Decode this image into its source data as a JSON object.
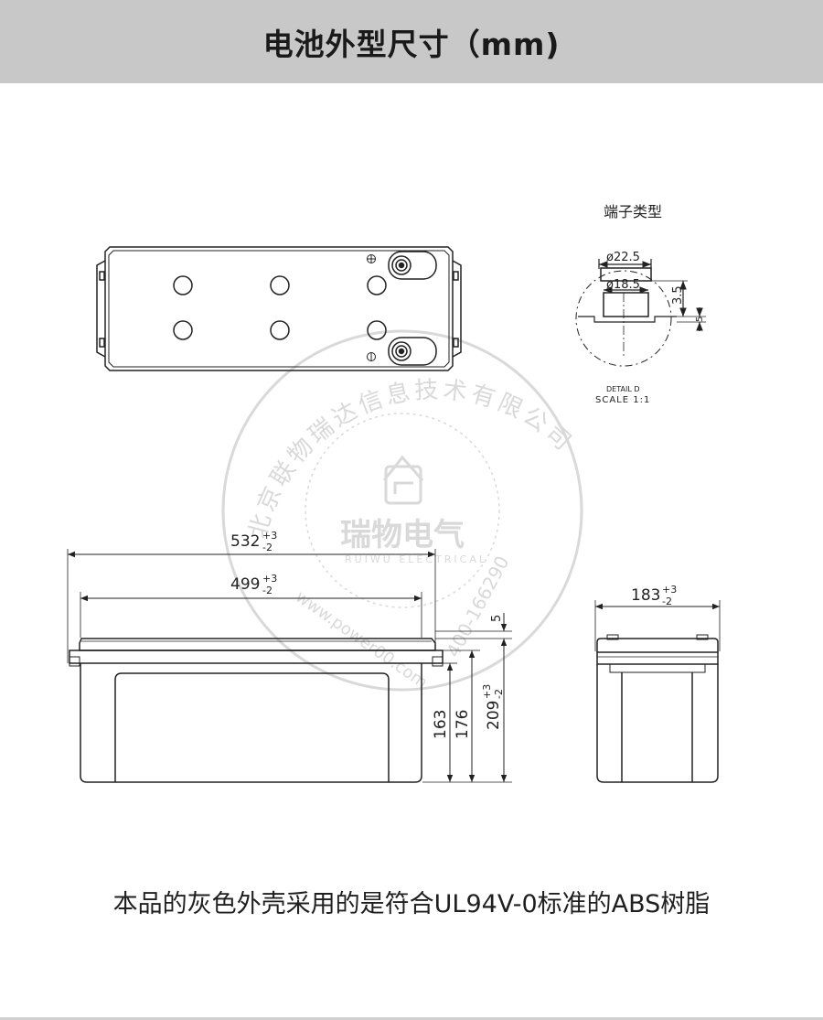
{
  "header": {
    "title": "电池外型尺寸（mm)"
  },
  "terminal": {
    "title": "端子类型",
    "dia_outer": "ø22.5",
    "dia_inner": "ø18.5",
    "height_dim": "3.5",
    "thickness_dim": "5",
    "detail_label": "DETAIL D",
    "scale_label": "SCALE 1:1"
  },
  "front_view": {
    "overall_length": {
      "value": "532",
      "tol_plus": "+3",
      "tol_minus": "-2"
    },
    "body_length": {
      "value": "499",
      "tol_plus": "+3",
      "tol_minus": "-2"
    },
    "dim_163": "163",
    "dim_176": "176",
    "overall_height": {
      "value": "209",
      "tol_plus": "+3",
      "tol_minus": "-2"
    },
    "lid_dim": "5"
  },
  "side_view": {
    "width": {
      "value": "183",
      "tol_plus": "+3",
      "tol_minus": "-2"
    }
  },
  "watermark": {
    "company_arc": "北京联物瑞达信息技术有限公司",
    "brand": "瑞物电气",
    "brand_en": "RUIWU ELECTRICAL",
    "url": "www.power00.com",
    "phone": "400-166290"
  },
  "footer": {
    "note": "本品的灰色外壳采用的是符合UL94V-0标准的ABS树脂"
  },
  "colors": {
    "header_bg": "#c8c8c8",
    "line": "#222222",
    "watermark": "#d9d9d9"
  }
}
